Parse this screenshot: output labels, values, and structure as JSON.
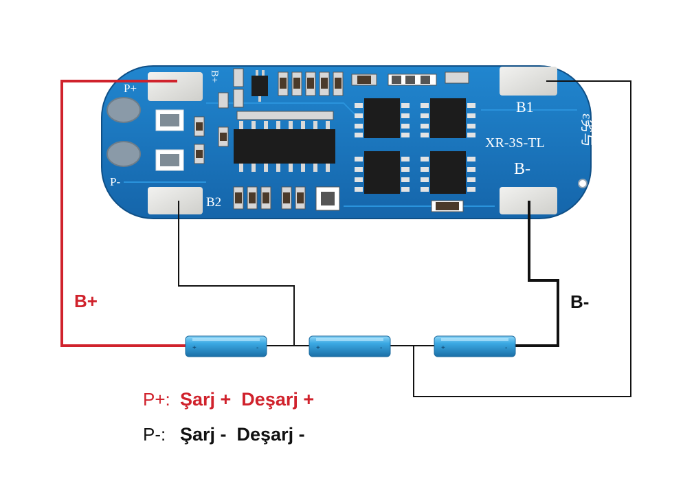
{
  "board": {
    "labels": {
      "p_plus": "P+",
      "p_minus": "P-",
      "b_plus_pad": "B+",
      "b1": "B1",
      "b2": "B2",
      "b_minus_pad": "B-",
      "model": "XR-3S-TL",
      "side_mark": "ε劣与"
    }
  },
  "wires": {
    "b_plus_label": "B+",
    "b_minus_label": "B-"
  },
  "legend": {
    "row1": {
      "symbol": "P+:",
      "text": "Şarj +  Deşarj +"
    },
    "row2": {
      "symbol": "P-:",
      "text": "Şarj -  Deşarj -"
    }
  },
  "colors": {
    "board": "#1b78c2",
    "wire_red": "#d0222c",
    "wire_black": "#111111",
    "cell": "#3aa6e0"
  },
  "icons": [
    "battery-cell-icon",
    "pcb-board-icon",
    "chip-icon",
    "resistor-icon",
    "solder-pad-icon"
  ]
}
